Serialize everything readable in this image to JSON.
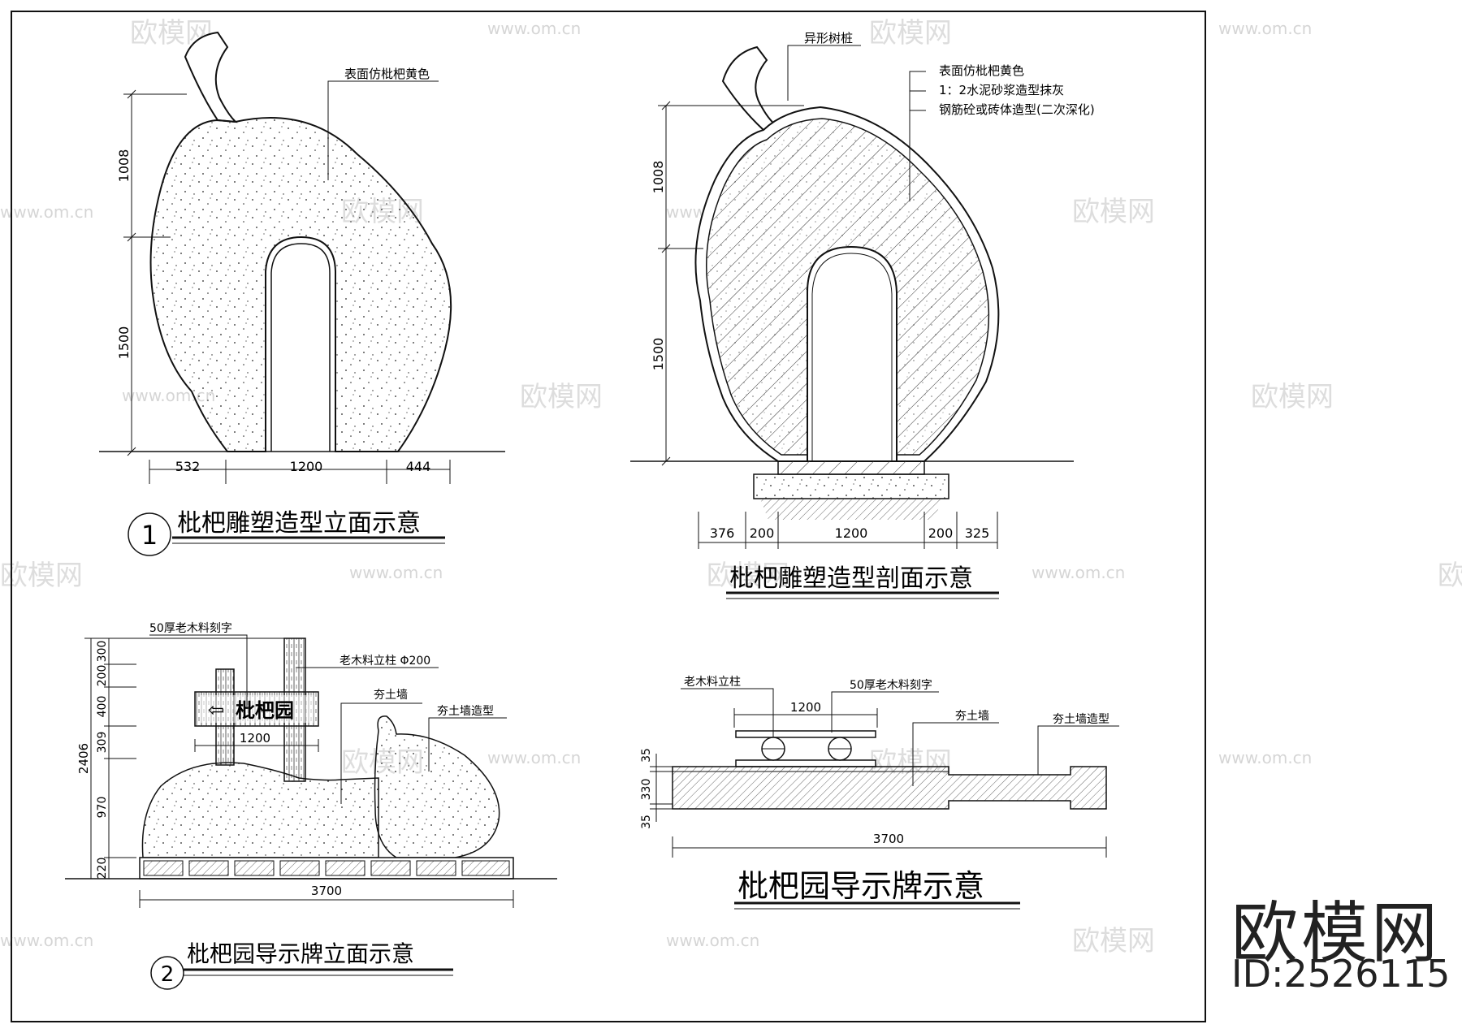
{
  "watermark": {
    "brand_cn": "欧模网",
    "site": "www.om.cn",
    "id_label": "ID:2526115"
  },
  "drawing1": {
    "number": "1",
    "title": "枇杷雕塑造型立面示意",
    "note_surface": "表面仿枇杷黄色",
    "dim_upper": "1008",
    "dim_lower": "1500",
    "dim_bottom": [
      "532",
      "1200",
      "444"
    ]
  },
  "drawing_section": {
    "title": "枇杷雕塑造型剖面示意",
    "note_stump": "异形树桩",
    "notes": [
      "表面仿枇杷黄色",
      "1：2水泥砂浆造型抹灰",
      "钢筋砼或砖体造型(二次深化)"
    ],
    "dim_upper": "1008",
    "dim_lower": "1500",
    "dim_bottom": [
      "376",
      "200",
      "1200",
      "200",
      "325"
    ]
  },
  "drawing2": {
    "number": "2",
    "title": "枇杷园导示牌立面示意",
    "note_carving": "50厚老木料刻字",
    "note_post": "老木料立柱 Φ200",
    "note_wall": "夯土墙",
    "note_wall_shape": "夯土墙造型",
    "sign_text": "枇杷园",
    "dim_sign_width": "1200",
    "dim_total_height": "2406",
    "dim_heights": [
      "300",
      "200",
      "400",
      "309",
      "970",
      "220"
    ],
    "dim_bottom": "3700"
  },
  "drawing_plan": {
    "title": "枇杷园导示牌示意",
    "note_post": "老木料立柱",
    "note_carving": "50厚老木料刻字",
    "note_wall": "夯土墙",
    "note_wall_shape": "夯土墙造型",
    "dim_top": "1200",
    "dim_heights": [
      "35",
      "330",
      "35"
    ],
    "dim_bottom": "3700"
  }
}
